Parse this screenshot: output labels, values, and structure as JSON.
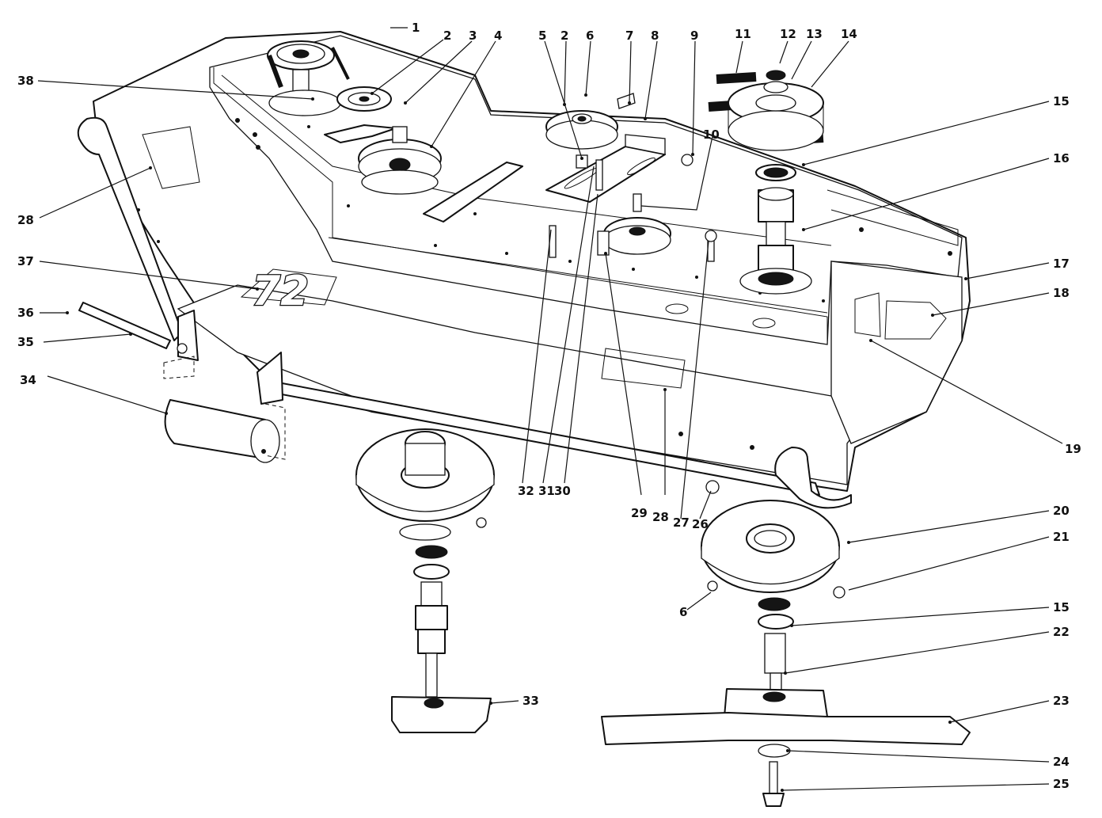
{
  "diagram": {
    "deck_marking": "72",
    "callout_numbers": [
      "1",
      "2",
      "3",
      "4",
      "5",
      "2",
      "6",
      "7",
      "8",
      "9",
      "10",
      "11",
      "12",
      "13",
      "14",
      "15",
      "16",
      "17",
      "18",
      "19",
      "20",
      "21",
      "15",
      "22",
      "23",
      "24",
      "25",
      "26",
      "27",
      "28",
      "29",
      "30",
      "31",
      "32",
      "33",
      "34",
      "35",
      "36",
      "37",
      "38",
      "28",
      "6"
    ]
  }
}
